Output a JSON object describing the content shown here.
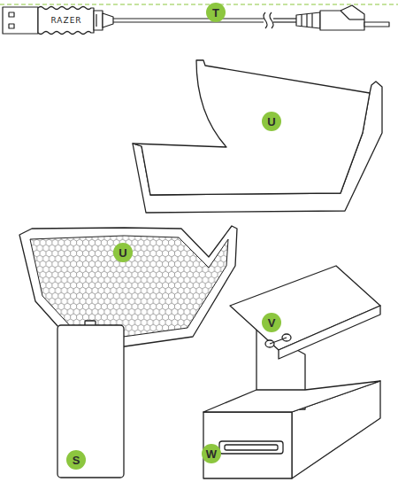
{
  "diagram": {
    "labels": [
      "T",
      "RAZER",
      "U",
      "U",
      "V",
      "W",
      "S"
    ]
  }
}
